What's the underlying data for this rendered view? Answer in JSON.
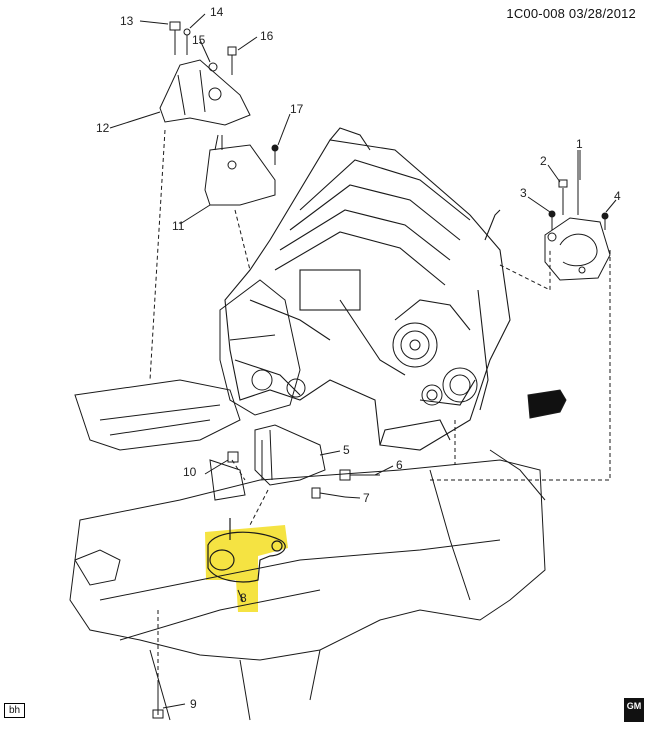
{
  "header": {
    "doc_id": "1C00-008",
    "date": "03/28/2012"
  },
  "callouts": [
    "1",
    "2",
    "3",
    "4",
    "5",
    "6",
    "7",
    "8",
    "9",
    "10",
    "11",
    "12",
    "13",
    "14",
    "15",
    "16",
    "17"
  ],
  "footer": {
    "tag": "bh",
    "brand": "GM"
  },
  "highlight": {
    "color": "#f5e342",
    "target": "8"
  },
  "colors": {
    "line": "#1a1a1a",
    "shade": "#9a9a9a"
  }
}
